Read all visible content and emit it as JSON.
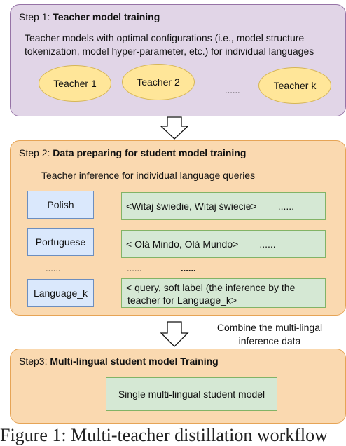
{
  "step1": {
    "prefix": "Step 1: ",
    "title": "Teacher model training",
    "desc_line1": "Teacher models with optimal configurations (i.e., model structure",
    "desc_line2": "tokenization, model hyper-parameter, etc.) for individual languages",
    "teachers": [
      "Teacher 1",
      "Teacher 2",
      "......",
      "Teacher k"
    ]
  },
  "step2": {
    "prefix": "Step 2: ",
    "title": "Data preparing for student model training",
    "desc": "Teacher inference for individual language queries",
    "languages": [
      "Polish",
      "Portuguese",
      "......",
      "Language_k"
    ],
    "pairs": [
      {
        "text": "<Witaj świedie, Witaj świecie>",
        "dots": "......"
      },
      {
        "text": "< Olá Mindo, Olá Mundo>",
        "dots": "......"
      },
      {
        "text": "......",
        "dots": "......"
      },
      {
        "line1": "< query, soft label (the inference by the",
        "line2": "teacher for Language_k>"
      }
    ]
  },
  "combine_line1": "Combine the multi-lingal",
  "combine_line2": "inference data",
  "step3": {
    "prefix": "Step3: ",
    "title": "Multi-lingual student model Training",
    "student": "Single multi-lingual student model"
  },
  "caption": "Figure 1: Multi-teacher distillation workflow"
}
